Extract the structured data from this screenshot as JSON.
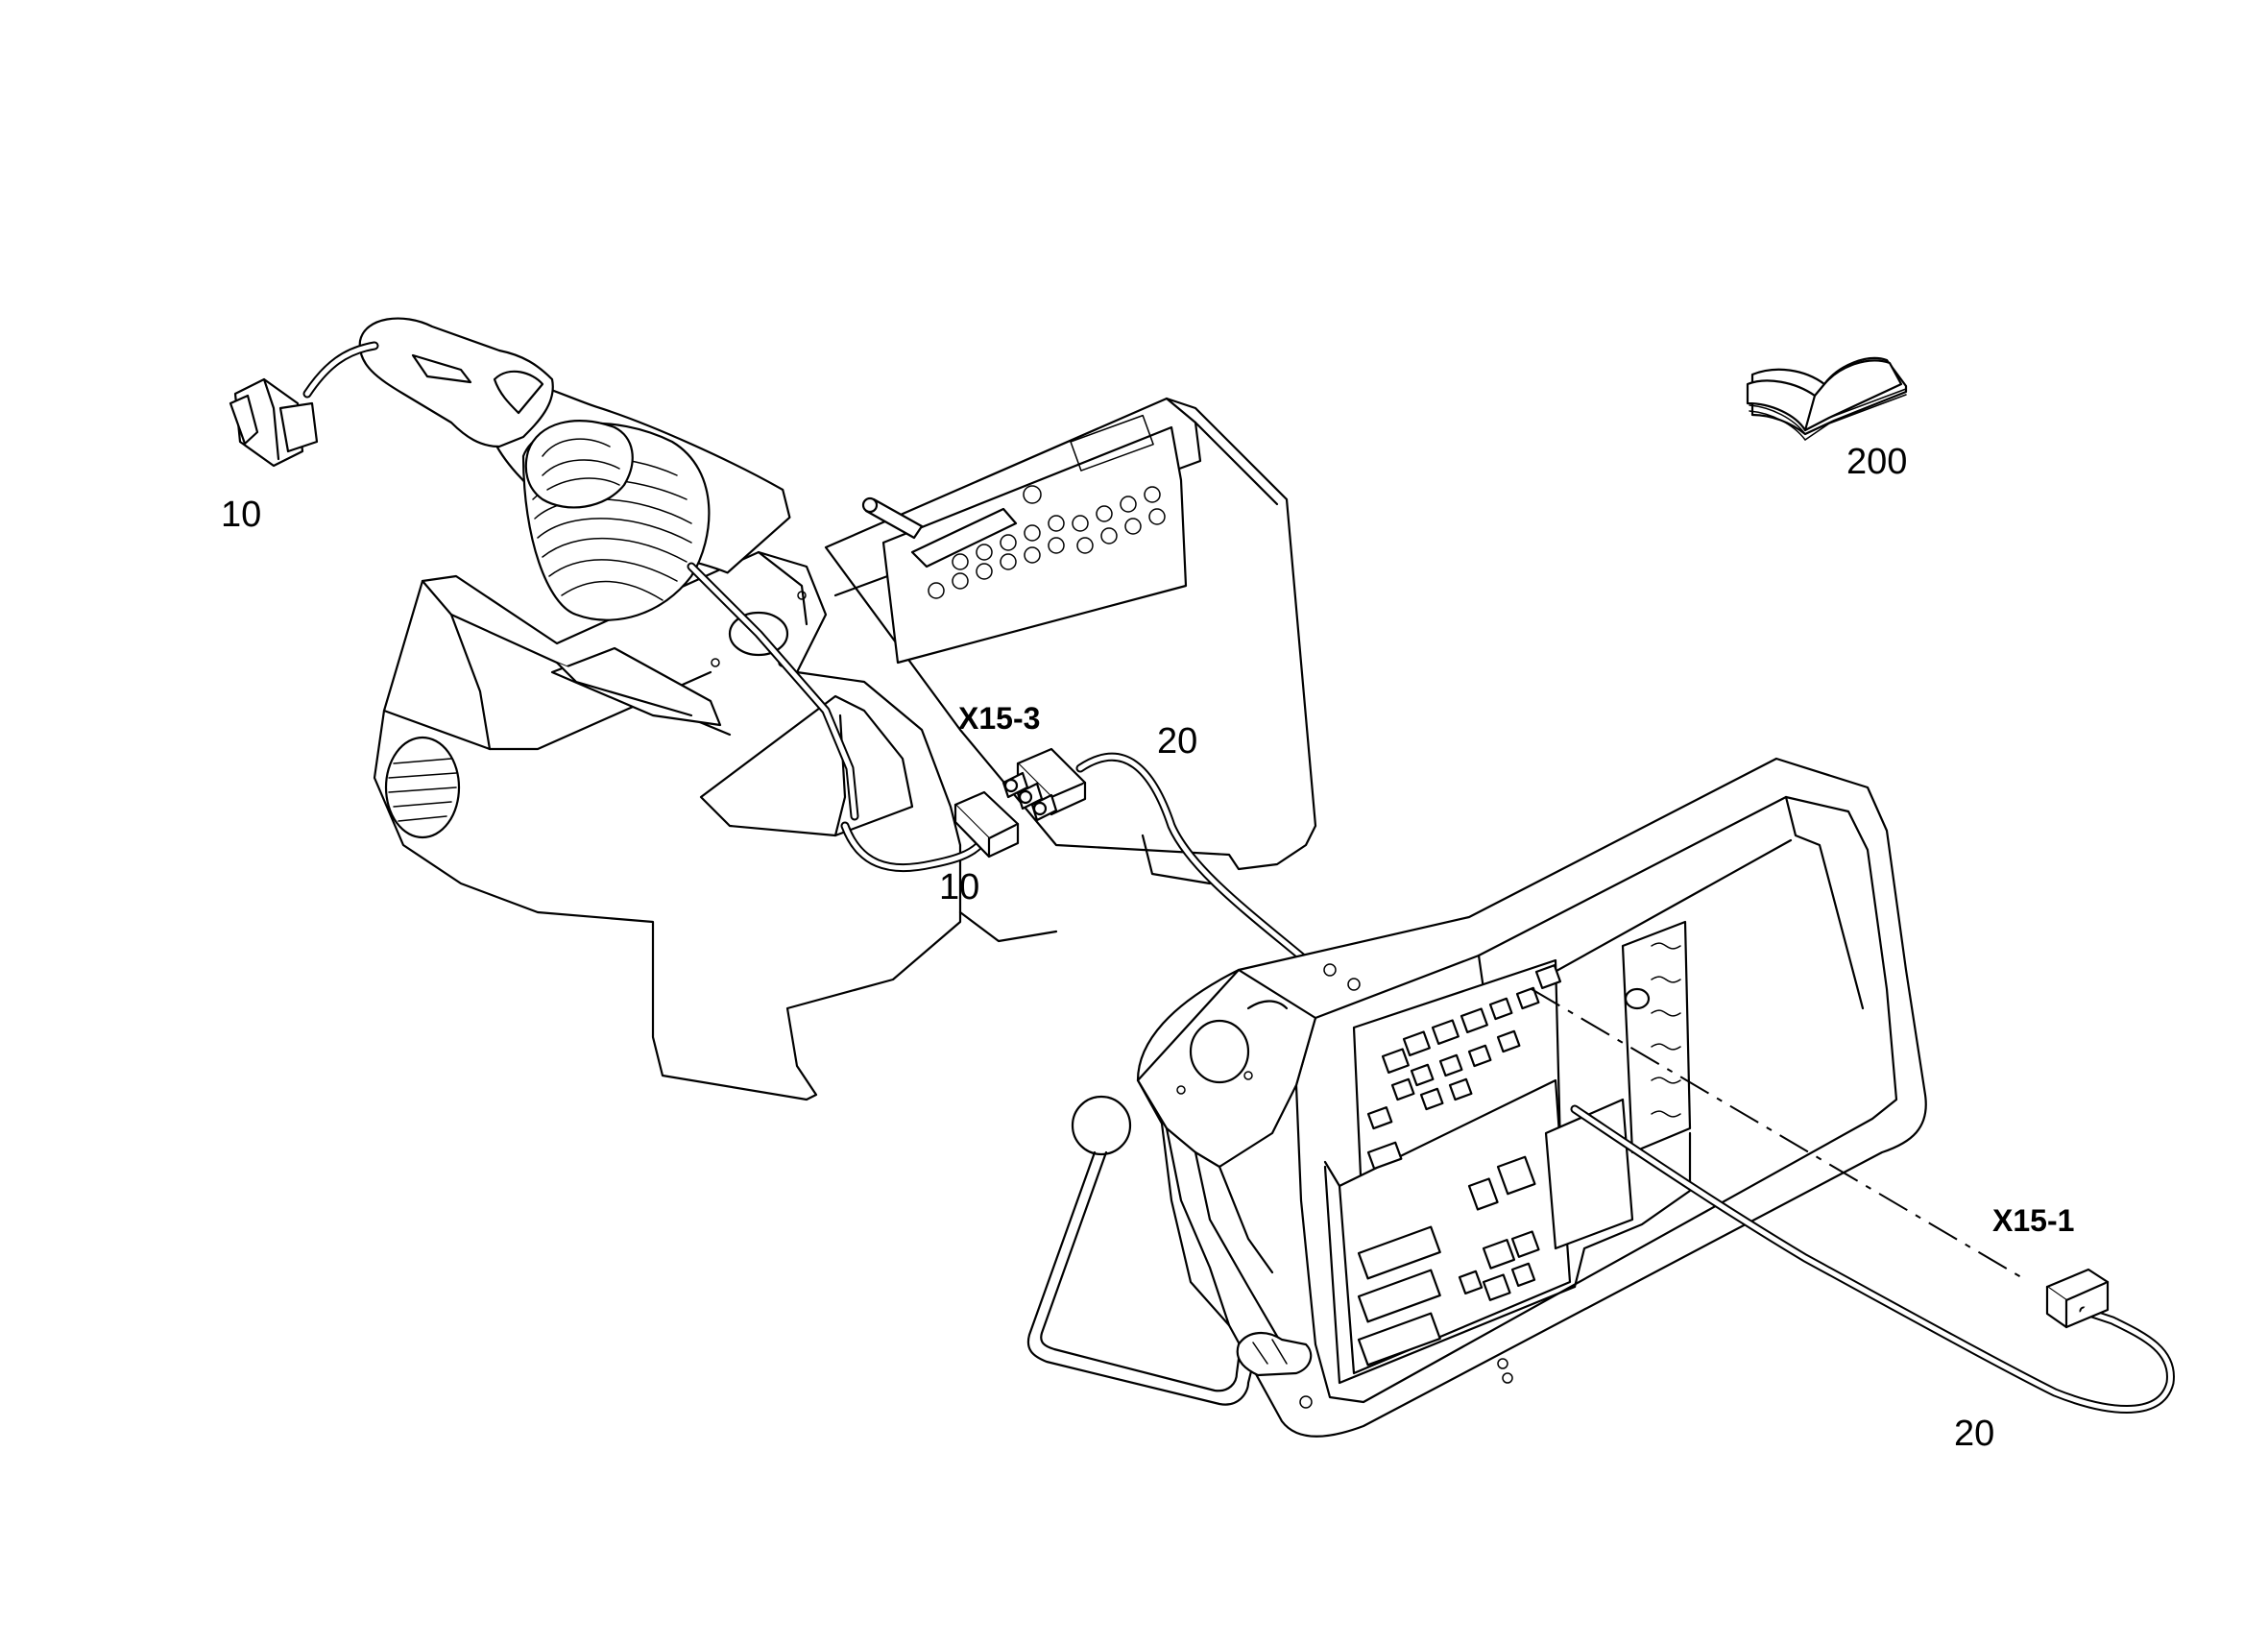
{
  "labels": {
    "rocker_switch": "10",
    "book": "200",
    "connector_x15_3": "X15-3",
    "cable_upper": "20",
    "connector_plug": "10",
    "connector_x15_1": "X15-1",
    "cable_lower": "20"
  },
  "colors": {
    "line": "#000000",
    "background": "#ffffff"
  },
  "icons": {
    "book": "open-book-icon"
  }
}
